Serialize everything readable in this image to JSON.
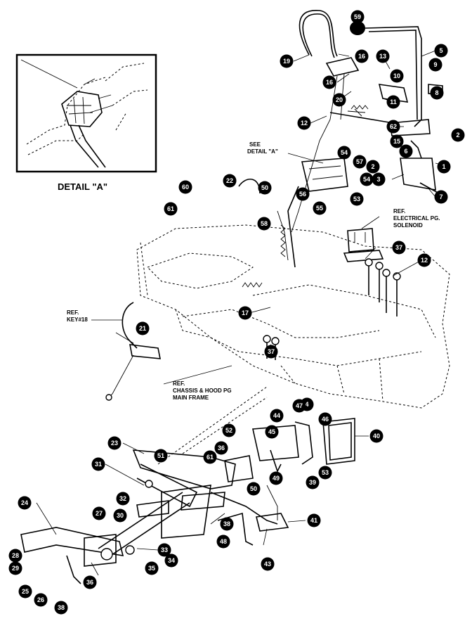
{
  "detail_box": {
    "label": "DETAIL \"A\""
  },
  "notes": {
    "see_detail": [
      "SEE",
      "DETAIL \"A\""
    ],
    "ref_electrical": [
      "REF.",
      "ELECTRICAL PG.",
      "SOLENOID"
    ],
    "ref_key": [
      "REF.",
      "KEY#18"
    ],
    "ref_chassis": [
      "REF.",
      "CHASSIS & HOOD PG",
      "MAIN FRAME"
    ]
  },
  "callouts": [
    "59",
    "19",
    "16",
    "13",
    "5",
    "9",
    "16",
    "10",
    "20",
    "11",
    "8",
    "12",
    "62",
    "15",
    "2",
    "6",
    "2",
    "1",
    "3",
    "7",
    "54",
    "57",
    "54",
    "53",
    "56",
    "55",
    "22",
    "50",
    "60",
    "61",
    "58",
    "37",
    "12",
    "17",
    "21",
    "37",
    "4",
    "47",
    "44",
    "45",
    "46",
    "40",
    "53",
    "23",
    "52",
    "36",
    "51",
    "61",
    "31",
    "50",
    "49",
    "32",
    "30",
    "39",
    "27",
    "38",
    "48",
    "41",
    "24",
    "33",
    "28",
    "34",
    "29",
    "35",
    "43",
    "25",
    "26",
    "36",
    "38"
  ]
}
